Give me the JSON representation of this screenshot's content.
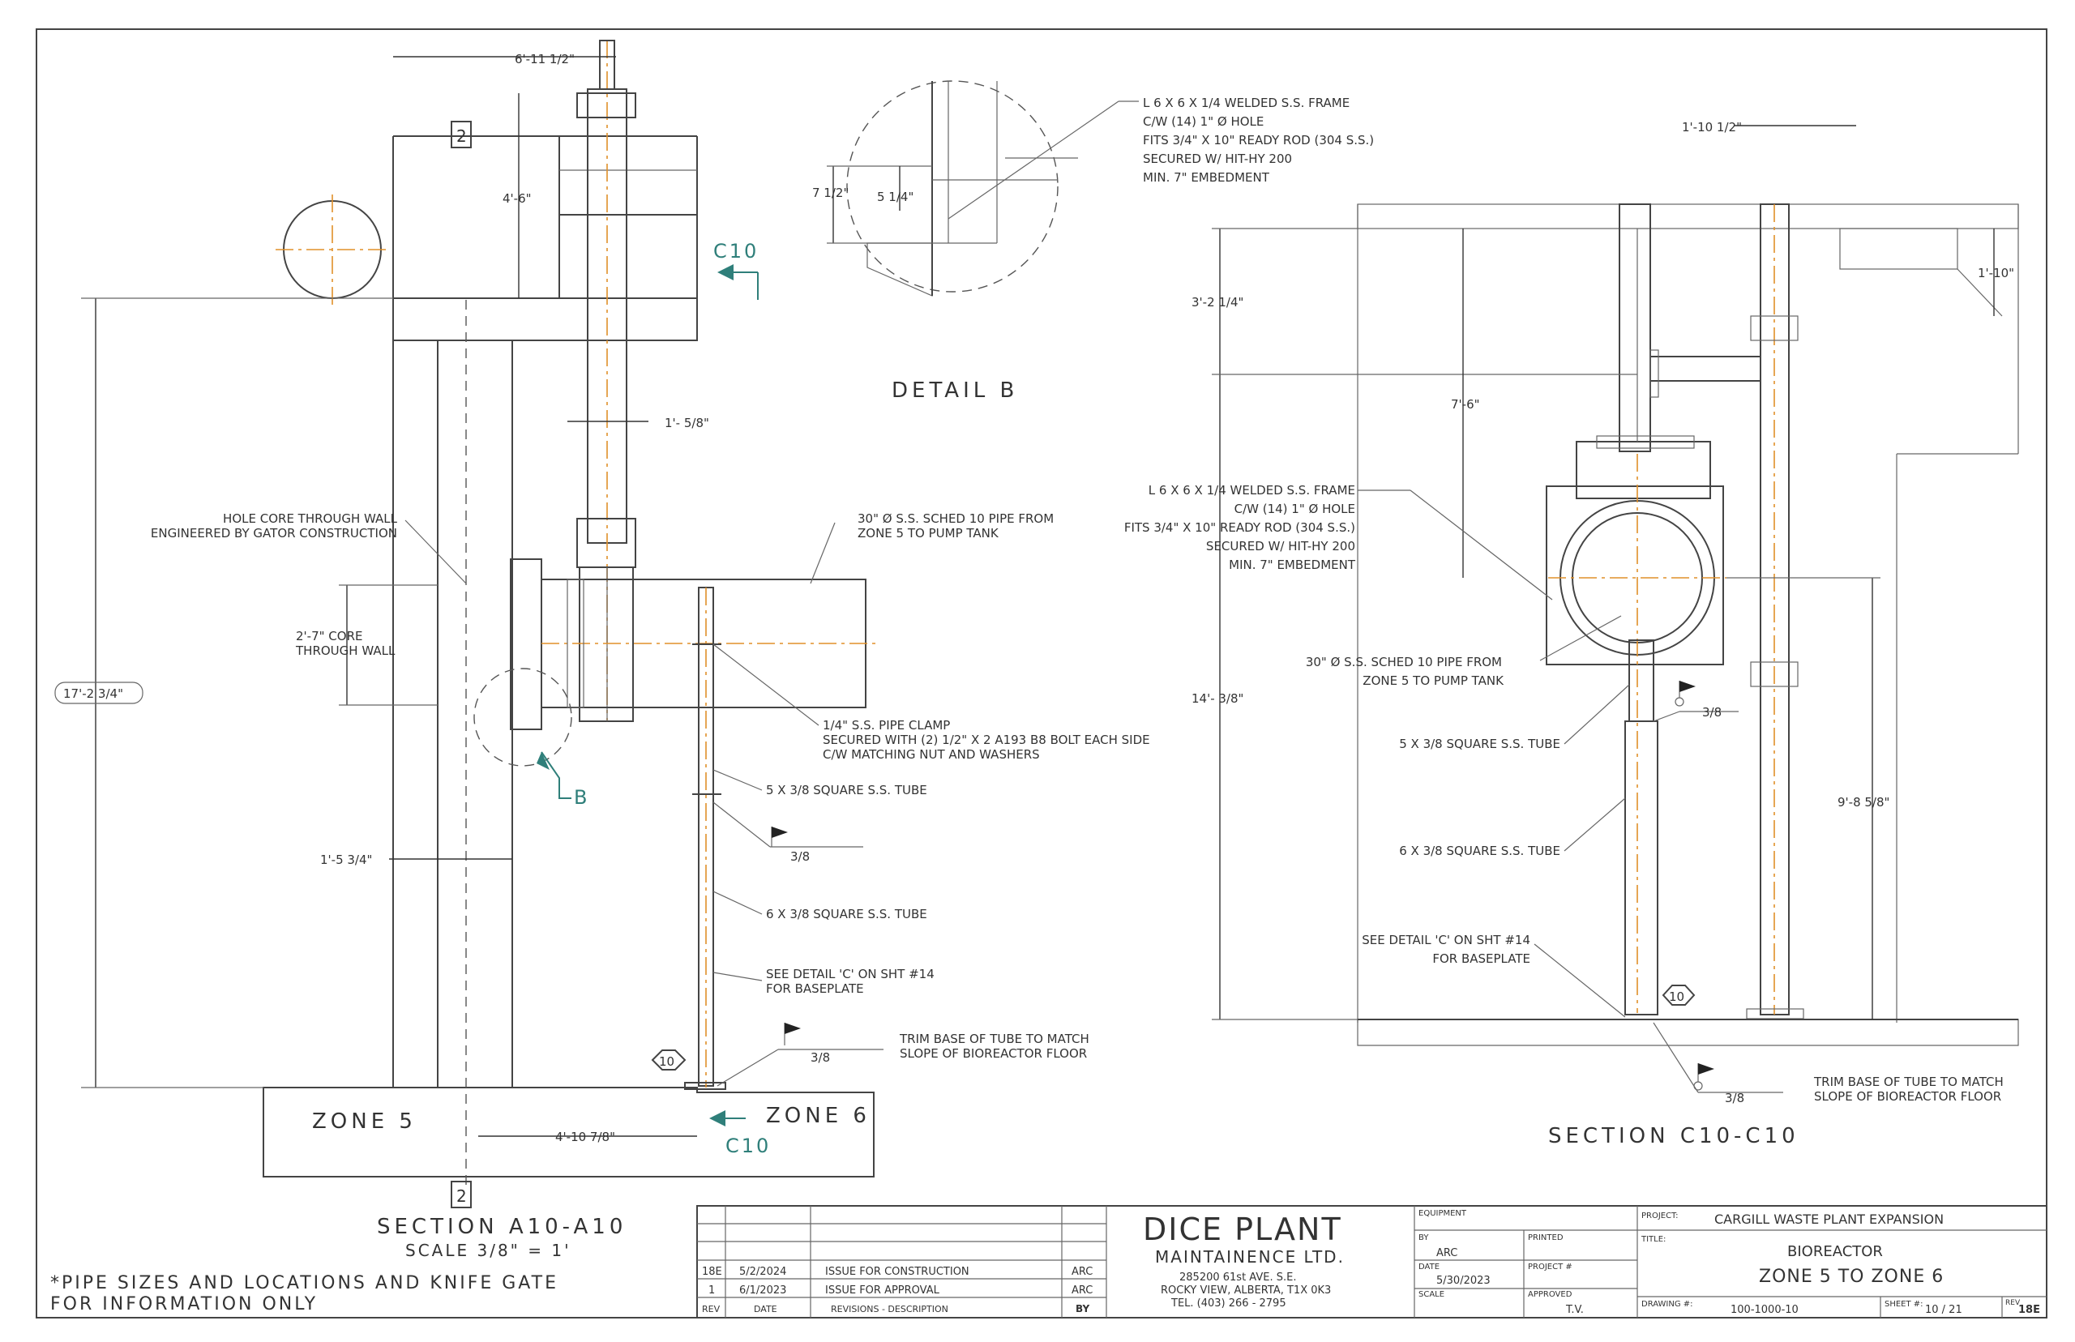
{
  "section_a": {
    "title": "SECTION A10-A10",
    "scale": "SCALE 3/8\" = 1'",
    "zone_left": "ZONE 5",
    "zone_right": "ZONE 6",
    "cut_marker": "C10",
    "cut_marker_bottom": "C10",
    "detail_callout": "B",
    "grid_marker_top": "2",
    "grid_marker_bottom": "2",
    "weld_tag": "10",
    "dims": {
      "top_width": "6'-11 1/2\"",
      "rail_height": "4'-6\"",
      "offset": "1'- 5/8\"",
      "overall_height": "17'-2 3/4\"",
      "core_height": "2'-7\" CORE\nTHROUGH WALL",
      "wall_offset": "1'-5 3/4\"",
      "floor_offset": "4'-10 7/8\""
    },
    "notes": {
      "hole_core": "HOLE CORE THROUGH WALL",
      "hole_core_2": "ENGINEERED BY GATOR CONSTRUCTION",
      "pipe_1": "30\" Ø S.S. SCHED 10 PIPE FROM",
      "pipe_2": "ZONE 5 TO PUMP TANK",
      "clamp_1": "1/4\" S.S. PIPE CLAMP",
      "clamp_2": "SECURED WITH (2) 1/2\" X 2 A193 B8 BOLT EACH SIDE",
      "clamp_3": "C/W MATCHING NUT AND WASHERS",
      "tube_5": "5 X 3/8 SQUARE S.S. TUBE",
      "tube_6": "6 X 3/8 SQUARE S.S. TUBE",
      "weld_size": "3/8",
      "weld_size_2": "3/8",
      "detail_c_1": "SEE DETAIL 'C' ON SHT #14",
      "detail_c_2": "FOR BASEPLATE",
      "trim_1": "TRIM BASE OF TUBE TO MATCH",
      "trim_2": "SLOPE OF BIOREACTOR FLOOR"
    }
  },
  "detail_b": {
    "title": "DETAIL   B",
    "dim_outer": "7 1/2\"",
    "dim_inner": "5 1/4\"",
    "note_1": "L 6 X 6 X 1/4 WELDED S.S. FRAME",
    "note_2": "C/W (14) 1\" Ø HOLE",
    "note_3": "FITS 3/4\" X 10\" READY ROD (304 S.S.)",
    "note_4": "SECURED W/ HIT-HY 200",
    "note_5": "MIN. 7\" EMBEDMENT"
  },
  "section_c": {
    "title": "SECTION C10-C10",
    "weld_tag": "10",
    "dims": {
      "top_width": "1'-10 1/2\"",
      "right_height": "1'-10\"",
      "d1": "3'-2 1/4\"",
      "d2": "7'-6\"",
      "d3": "14'- 3/8\"",
      "d4": "9'-8 5/8\""
    },
    "notes": {
      "frame_1": "L 6 X 6 X 1/4 WELDED S.S. FRAME",
      "frame_2": "C/W (14) 1\" Ø HOLE",
      "frame_3": "FITS 3/4\" X 10\" READY ROD (304 S.S.)",
      "frame_4": "SECURED W/ HIT-HY 200",
      "frame_5": "MIN. 7\" EMBEDMENT",
      "pipe_1": "30\" Ø S.S. SCHED 10 PIPE FROM",
      "pipe_2": "ZONE 5 TO PUMP TANK",
      "tube_5": "5 X 3/8 SQUARE S.S. TUBE",
      "tube_6": "6 X 3/8 SQUARE S.S. TUBE",
      "weld_size": "3/8",
      "weld_size_2": "3/8",
      "detail_c_1": "SEE DETAIL 'C' ON SHT #14",
      "detail_c_2": "FOR BASEPLATE",
      "trim_1": "TRIM BASE OF TUBE TO MATCH",
      "trim_2": "SLOPE OF BIOREACTOR FLOOR"
    }
  },
  "footnote": {
    "line1": "*PIPE SIZES AND LOCATIONS AND KNIFE GATE",
    "line2": "FOR INFORMATION ONLY"
  },
  "revisions": {
    "rows": [
      {
        "rev": "18E",
        "date": "5/2/2024",
        "desc": "ISSUE FOR CONSTRUCTION",
        "by": "ARC"
      },
      {
        "rev": "1",
        "date": "6/1/2023",
        "desc": "ISSUE FOR APPROVAL",
        "by": "ARC"
      }
    ],
    "header": {
      "rev": "REV",
      "date": "DATE",
      "desc": "REVISIONS - DESCRIPTION",
      "by": "BY"
    }
  },
  "company": {
    "name": "DICE PLANT",
    "sub": "MAINTAINENCE LTD.",
    "addr1": "285200 61st AVE. S.E.",
    "addr2": "ROCKY VIEW, ALBERTA, T1X 0K3",
    "tel": "TEL. (403) 266 - 2795"
  },
  "titleblock": {
    "equipment_label": "EQUIPMENT",
    "by_label": "BY",
    "by": "ARC",
    "printed_label": "PRINTED",
    "date_label": "DATE",
    "date": "5/30/2023",
    "project_no_label": "PROJECT #",
    "scale_label": "SCALE",
    "approved_label": "APPROVED",
    "approved": "T.V.",
    "project_label": "PROJECT:",
    "project": "CARGILL WASTE PLANT EXPANSION",
    "title_label": "TITLE:",
    "title1": "BIOREACTOR",
    "title2": "ZONE 5 TO ZONE 6",
    "drawing_label": "DRAWING #:",
    "drawing": "100-1000-10",
    "sheet_label": "SHEET #:",
    "sheet": "10 / 21",
    "rev_label": "REV",
    "rev": "18E"
  }
}
